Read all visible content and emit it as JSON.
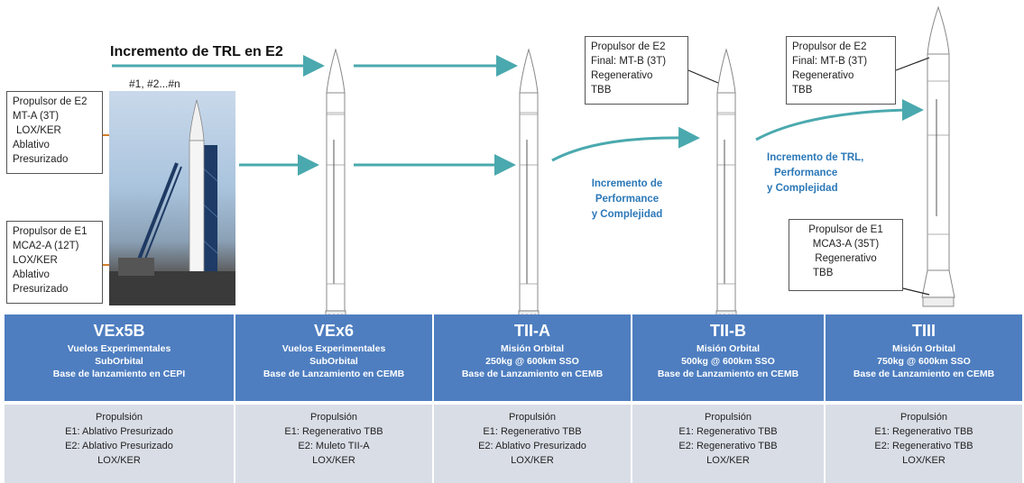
{
  "heading": "Incremento de TRL en E2",
  "sequence_label": "#1, #2...#n",
  "callouts": {
    "vex5b_e2": [
      "Propulsor de E2",
      "MT-A (3T)",
      "LOX/KER",
      "Ablativo",
      "Presurizado"
    ],
    "vex5b_e1": [
      "Propulsor de E1",
      "MCA2-A (12T)",
      "LOX/KER",
      "Ablativo",
      "Presurizado"
    ],
    "tiib_e2": [
      "Propulsor de E2",
      "Final: MT-B (3T)",
      "Regenerativo",
      "TBB"
    ],
    "tiii_e2": [
      "Propulsor de E2",
      "Final: MT-B (3T)",
      "Regenerativo",
      "TBB"
    ],
    "tiii_e1": [
      "Propulsor de E1",
      "MCA3-A (35T)",
      "Regenerativo",
      "TBB"
    ]
  },
  "notes": {
    "performance": [
      "Incremento de",
      "Performance",
      "y Complejidad"
    ],
    "trl_performance": [
      "Incremento de TRL,",
      "Performance",
      "y Complejidad"
    ]
  },
  "stages": [
    {
      "name": "VEx5B",
      "lines": [
        "Vuelos Experimentales",
        "SubOrbital",
        "Base de lanzamiento en CEPI"
      ]
    },
    {
      "name": "VEx6",
      "lines": [
        "Vuelos Experimentales",
        "SubOrbital",
        "Base de Lanzamiento en CEMB"
      ]
    },
    {
      "name": "TII-A",
      "lines": [
        "Misión Orbital",
        "250kg @ 600km SSO",
        "Base de Lanzamiento en CEMB"
      ]
    },
    {
      "name": "TII-B",
      "lines": [
        "Misión Orbital",
        "500kg @ 600km SSO",
        "Base de Lanzamiento en CEMB"
      ]
    },
    {
      "name": "TIII",
      "lines": [
        "Misión Orbital",
        "750kg @ 600km SSO",
        "Base de Lanzamiento en CEMB"
      ]
    }
  ],
  "propulsion": [
    {
      "title": "Propulsión",
      "lines": [
        "E1: Ablativo Presurizado",
        "E2: Ablativo Presurizado",
        "LOX/KER"
      ]
    },
    {
      "title": "Propulsión",
      "lines": [
        "E1: Regenerativo TBB",
        "E2: Muleto TII-A",
        "LOX/KER"
      ]
    },
    {
      "title": "Propulsión",
      "lines": [
        "E1: Regenerativo TBB",
        "E2: Ablativo Presurizado",
        "LOX/KER"
      ]
    },
    {
      "title": "Propulsión",
      "lines": [
        "E1: Regenerativo TBB",
        "E2: Regenerativo TBB",
        "LOX/KER"
      ]
    },
    {
      "title": "Propulsión",
      "lines": [
        "E1: Regenerativo TBB",
        "E2: Regenerativo TBB",
        "LOX/KER"
      ]
    }
  ],
  "colors": {
    "arrow": "#4aa9ae",
    "band": "#4e7ec0",
    "grey": "#d9dde6",
    "note": "#2b78b8"
  }
}
